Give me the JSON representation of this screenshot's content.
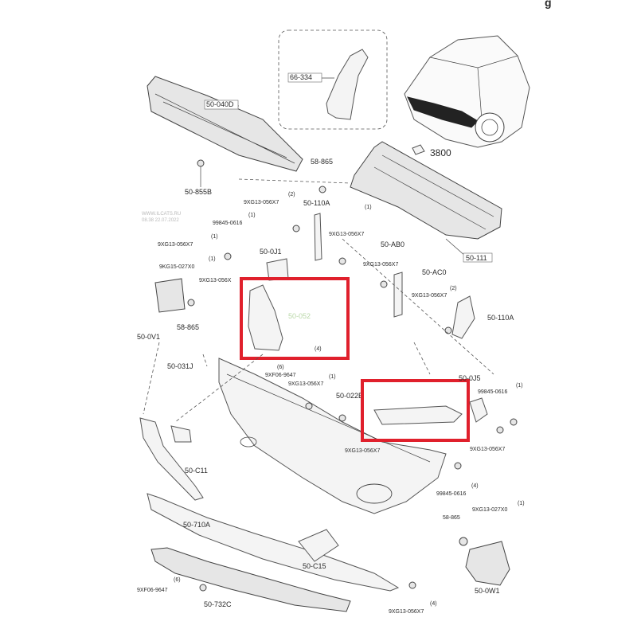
{
  "corner_glyph": "g",
  "watermark": [
    "WWW.ILCATS.RU",
    "08.38 22.07.2022"
  ],
  "callouts": {
    "c66334": "66-334",
    "c50040D": "50-040D",
    "c50855B": "50-855B",
    "c3800": "3800",
    "c58865a": "58-865",
    "c50110Aa": "50-110A",
    "c50111": "50-111",
    "c9XG13a": "9XG13-056X7",
    "c2a": "(2)",
    "c99845a": "99845-0616",
    "c1a": "(1)",
    "c9XG13b": "9XG13-056X7",
    "c1b": "(1)",
    "c9XG13c": "9XG13-056X7",
    "c50AB0": "50-AB0",
    "c50J1": "50-0J1",
    "c9XG13d": "9XG13-056X7",
    "c1c": "(1)",
    "c9KG15": "9KG15-027X0",
    "c1d": "(1)",
    "c9XG13e": "9XG13-056X",
    "c50AC0": "50-AC0",
    "c9XG13f": "9XG13-056X7",
    "c2b": "(2)",
    "c50110Ab": "50-110A",
    "c58865b": "58-865",
    "c50V1": "50-0V1",
    "c50052": "50-052",
    "c4a": "(4)",
    "c50031J": "50-031J",
    "c9XF06a": "9XF06-9647",
    "c6a": "(6)",
    "c9XG13g": "9XG13-056X7",
    "c1e": "(1)",
    "c50022B": "50-022B",
    "c50J5": "50-0J5",
    "c99845b": "99845-0616",
    "c1f": "(1)",
    "c9XG13h": "9XG13-056X7",
    "c9XG13i": "9XG13-056X7",
    "c50C11": "50-C11",
    "c99845c": "99845-0616",
    "c4b": "(4)",
    "c9XG13j": "9XG13-027X0",
    "c1g": "(1)",
    "c58865c": "58-865",
    "c50710A": "50-710A",
    "c50C15": "50-C15",
    "c50W1": "50-0W1",
    "c9XF06b": "9XF06-9647",
    "c6b": "(6)",
    "c50732C": "50-732C",
    "c9XG13k": "9XG13-056X7",
    "c4c": "(4)"
  },
  "highlight_color": "#e0202c"
}
